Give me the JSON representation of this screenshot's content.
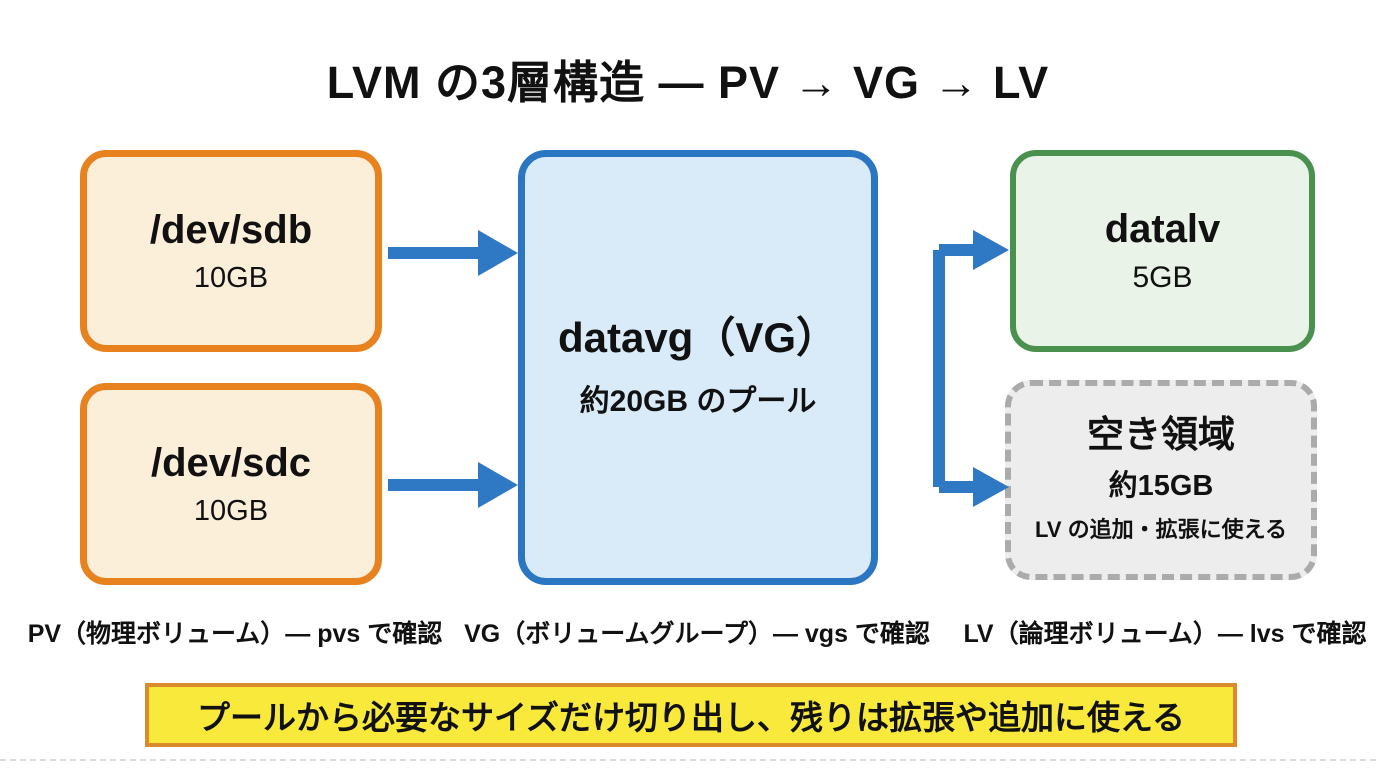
{
  "title": "LVM の3層構造 — PV → VG → LV",
  "layers": {
    "pv": {
      "boxes": [
        {
          "name": "/dev/sdb",
          "size": "10GB"
        },
        {
          "name": "/dev/sdc",
          "size": "10GB"
        }
      ],
      "caption": "PV（物理ボリューム）— pvs で確認"
    },
    "vg": {
      "box": {
        "name": "datavg（VG）",
        "desc": "約20GB のプール"
      },
      "caption": "VG（ボリュームグループ）— vgs で確認"
    },
    "lv": {
      "box": {
        "name": "datalv",
        "size": "5GB"
      },
      "free_box": {
        "name": "空き領域",
        "size": "約15GB",
        "note": "LV の追加・拡張に使える"
      },
      "caption": "LV（論理ボリューム）— lvs で確認"
    }
  },
  "banner": {
    "text": "プールから必要なサイズだけ切り出し、残りは拡張や追加に使える"
  },
  "colors": {
    "pv_border": "#E8821F",
    "pv_fill": "#FBEFDA",
    "vg_border": "#2B76C2",
    "vg_fill": "#D9EBF9",
    "lv_border": "#4A9150",
    "lv_fill": "#E9F3E7",
    "free_border": "#ABABAB",
    "free_fill": "#EDEDED",
    "arrow": "#2E78C4",
    "banner_fill": "#F8E93B",
    "banner_border": "#DD8A2D"
  }
}
